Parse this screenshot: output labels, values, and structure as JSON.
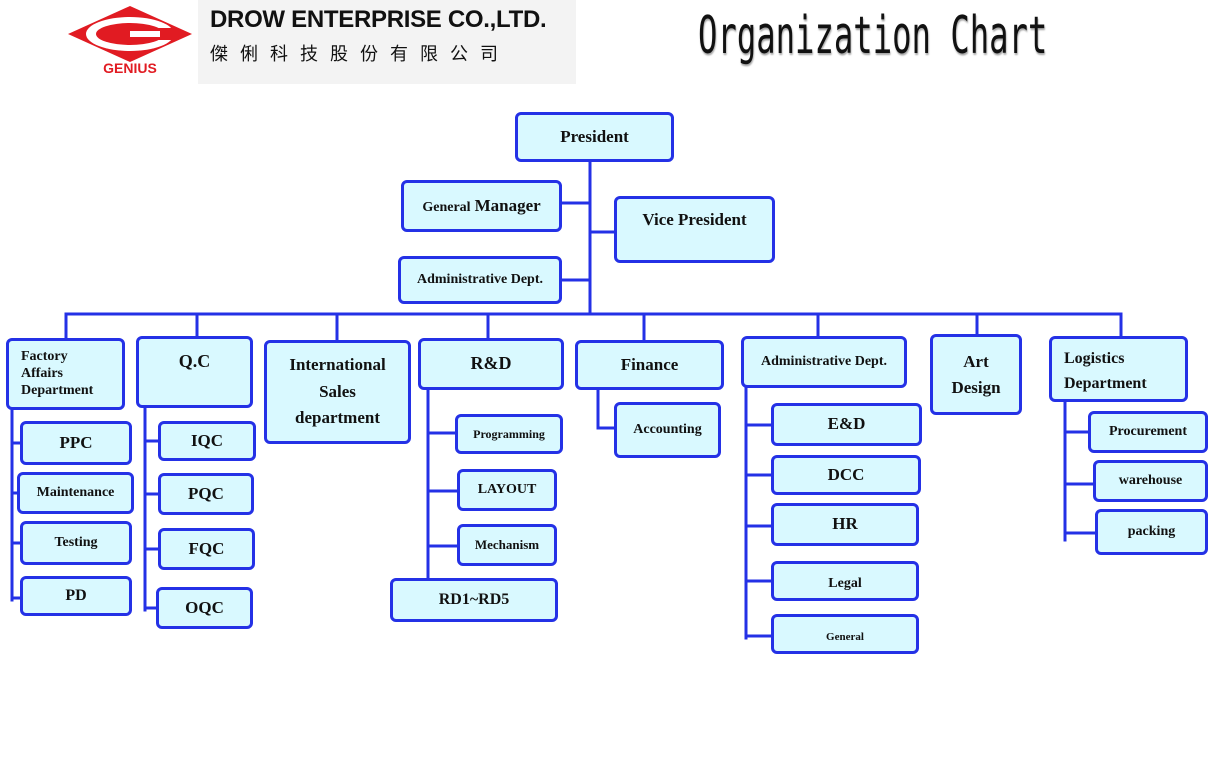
{
  "header": {
    "logo_text": "GENIUS",
    "company_name": "DROW ENTERPRISE CO.,LTD.",
    "company_name_zh": "傑俐科技股份有限公司",
    "title": "Organization Chart"
  },
  "colors": {
    "border": "#2431e6",
    "box_fill": "#d9f9ff",
    "logo_red": "#e11b22"
  },
  "nodes": {
    "president": "President",
    "gm_prefix": "General",
    "gm_main": "Manager",
    "vice_president": "Vice President",
    "admin_top": "Administrative Dept.",
    "factory": "Factory\nAffairs\nDepartment",
    "qc": "Q.C",
    "intl_sales": "International\nSales\ndepartment",
    "rd": "R&D",
    "finance": "Finance",
    "admin_dept": "Administrative Dept.",
    "art_design": "Art\nDesign",
    "logistics": "Logistics\nDepartment",
    "ppc": "PPC",
    "maintenance": "Maintenance",
    "testing": "Testing",
    "pd": "PD",
    "iqc": "IQC",
    "pqc": "PQC",
    "fqc": "FQC",
    "oqc": "OQC",
    "programming": "Programming",
    "layout": "LAYOUT",
    "mechanism": "Mechanism",
    "rd1_rd5": "RD1~RD5",
    "accounting": "Accounting",
    "ed": "E&D",
    "dcc": "DCC",
    "hr": "HR",
    "legal": "Legal",
    "general": "General",
    "procurement": "Procurement",
    "warehouse": "warehouse",
    "packing": "packing"
  }
}
